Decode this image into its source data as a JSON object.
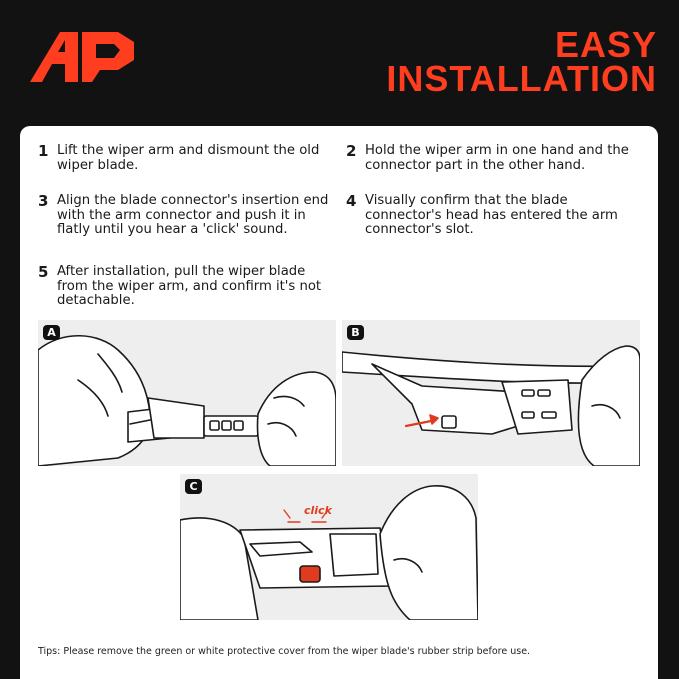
{
  "header": {
    "title_line1": "EASY",
    "title_line2": "INSTALLATION",
    "accent": "#ff3d1f"
  },
  "steps": [
    {
      "number": "1",
      "text": "Lift the wiper arm and dismount the old wiper blade."
    },
    {
      "number": "2",
      "text": "Hold the wiper arm in one hand and the connector part in the other hand."
    },
    {
      "number": "3",
      "text": "Align the blade connector's insertion end with the arm connector and push it in flatly until you hear a 'click' sound."
    },
    {
      "number": "4",
      "text": "Visually confirm that the blade connector's head has entered the arm connector's slot."
    },
    {
      "number": "5",
      "text": "After installation, pull the wiper blade from the wiper arm, and confirm it's not detachable."
    }
  ],
  "panels": [
    {
      "badge": "A"
    },
    {
      "badge": "B"
    },
    {
      "badge": "C",
      "annotation": "click"
    }
  ],
  "tips": "Tips: Please remove the green or white protective cover from the wiper blade's rubber strip before use."
}
